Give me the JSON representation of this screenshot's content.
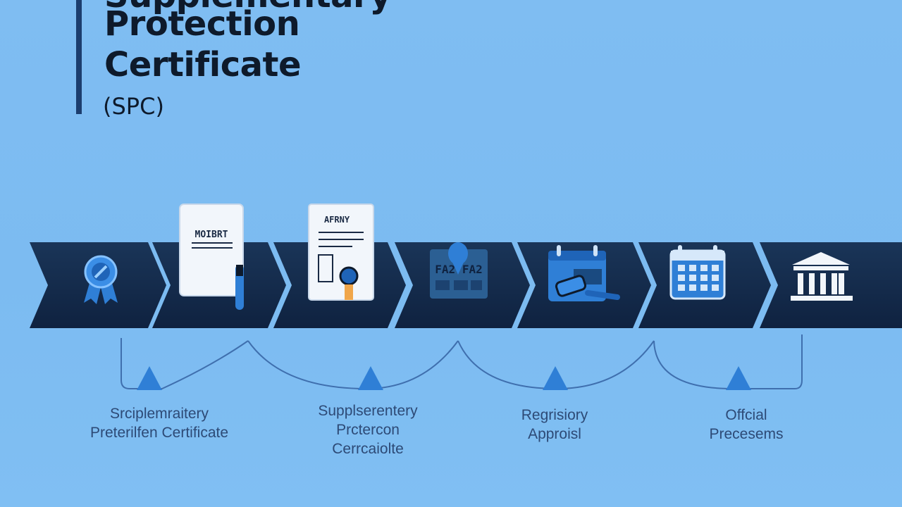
{
  "title": {
    "lines": [
      "Supplementary",
      "Protection",
      "Certificate"
    ],
    "abbreviation": "(SPC)"
  },
  "colors": {
    "background": "#7fbdf2",
    "chevron": "#132a4a",
    "accent": "#2f7fd6",
    "connector": "#3f6fae",
    "text_dark": "#0e1a2b",
    "label_text": "#2d4a76"
  },
  "steps": [
    {
      "icon": "ribbon-badge-icon"
    },
    {
      "icon": "document-pen-icon",
      "card_text": "MOIBRT"
    },
    {
      "icon": "certificate-seal-icon",
      "card_text": "AFRNY"
    },
    {
      "icon": "form-pin-icon",
      "card_text": "FA2 FA2"
    },
    {
      "icon": "calendar-tablet-icon"
    },
    {
      "icon": "calendar-icon"
    },
    {
      "icon": "government-building-icon"
    }
  ],
  "labels": [
    {
      "lines": [
        "Srciplemraitery",
        "Preterilfen Certificate"
      ]
    },
    {
      "lines": [
        "Supplserentery",
        "Prctercon",
        "Cerrcaiolte"
      ]
    },
    {
      "lines": [
        "Regrisiory",
        "Approisl"
      ]
    },
    {
      "lines": [
        "Offcial",
        "Precesems"
      ]
    }
  ]
}
